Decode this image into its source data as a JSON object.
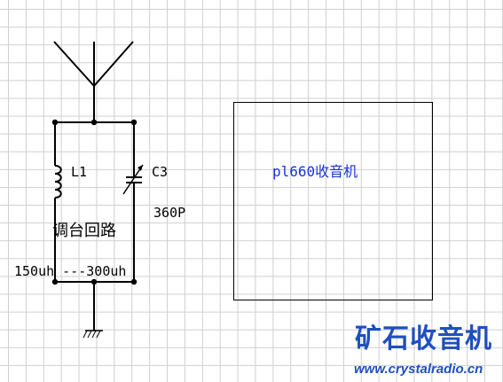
{
  "circuit": {
    "inductor_label": "L1",
    "capacitor_label": "C3",
    "capacitor_value": "360P",
    "circuit_name": "调台回路",
    "inductance_range": "150uh ---300uh"
  },
  "radio_box": {
    "label": "pl660收音机"
  },
  "watermark": {
    "brand_name": "矿石收音机",
    "url": "www.crystalradio.cn"
  },
  "colors": {
    "wire": "#000000",
    "grid": "#cfcfcf",
    "box_label": "#1a33d9",
    "brand": "#1f4fbf"
  }
}
